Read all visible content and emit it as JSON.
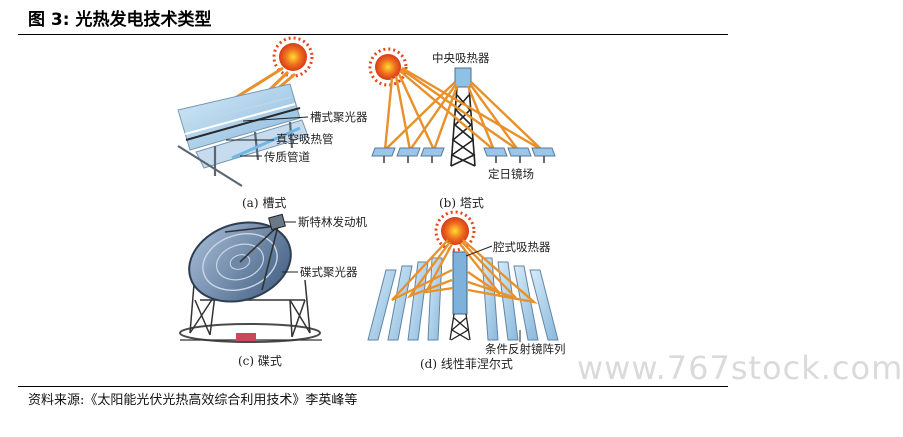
{
  "title": "图 3:  光热发电技术类型",
  "panels": {
    "a": {
      "caption": "(a) 槽式",
      "labels": {
        "concentrator": "槽式聚光器",
        "vacuum_tube": "真空吸热管",
        "pipe": "传质管道"
      }
    },
    "b": {
      "caption": "(b) 塔式",
      "labels": {
        "receiver": "中央吸热器",
        "heliostats": "定日镜场"
      }
    },
    "c": {
      "caption": "(c) 碟式",
      "labels": {
        "engine": "斯特林发动机",
        "dish": "碟式聚光器"
      }
    },
    "d": {
      "caption": "(d) 线性菲涅尔式",
      "labels": {
        "receiver": "腔式吸热器",
        "mirror_array": "条件反射镜阵列"
      }
    }
  },
  "source": "资料来源:《太阳能光伏光热高效综合利用技术》李英峰等",
  "watermark": "www.767stock.com",
  "colors": {
    "sun": "#e8461c",
    "ray": "#e8902a",
    "mirror": "#9cc6e8",
    "steel": "#4a5a6a"
  }
}
